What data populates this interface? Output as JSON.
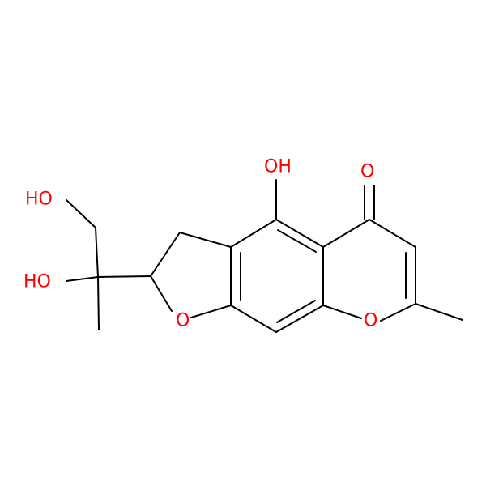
{
  "molecule": {
    "atom_labels": {
      "oh_hydroxymethyl": "HO",
      "oh_tertiary": "HO",
      "oh_phenol": "OH",
      "o_ketone": "O",
      "o_furan": "O",
      "o_pyran": "O"
    },
    "colors": {
      "bond": "#000000",
      "heteroatom_oxygen": "#ff0000",
      "background": "#ffffff"
    }
  }
}
